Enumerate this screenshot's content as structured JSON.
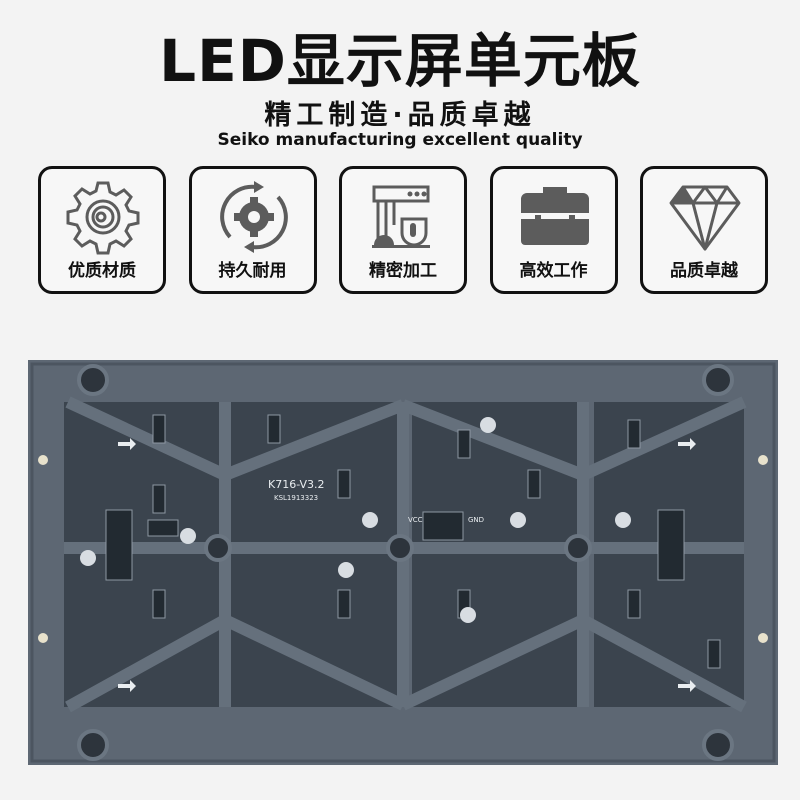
{
  "header": {
    "title": "LED显示屏单元板",
    "subtitle": "精工制造·品质卓越",
    "subtitle_en": "Seiko manufacturing excellent quality"
  },
  "features": [
    {
      "label": "优质材质",
      "icon": "gear-icon"
    },
    {
      "label": "持久耐用",
      "icon": "rotating-gear-icon"
    },
    {
      "label": "精密加工",
      "icon": "machine-icon"
    },
    {
      "label": "高效工作",
      "icon": "toolbox-icon"
    },
    {
      "label": "品质卓越",
      "icon": "diamond-icon"
    }
  ],
  "product": {
    "model": "K716-V3.2",
    "batch": "KSL1913323",
    "vcc": "VCC",
    "gnd": "GND"
  },
  "colors": {
    "background": "#f3f3f3",
    "icon": "#5c5c5c",
    "frame": "#5d6773",
    "pcb": "#3b444e"
  }
}
